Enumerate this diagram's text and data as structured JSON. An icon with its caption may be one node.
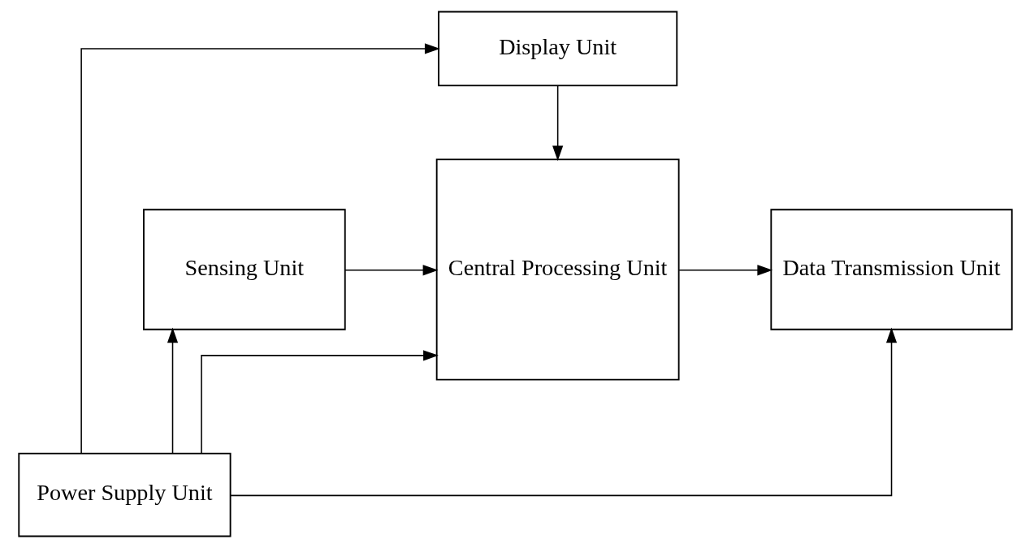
{
  "diagram": {
    "nodes": [
      {
        "text": [
          "Display Unit"
        ]
      },
      {
        "text": [
          "Sensing Unit"
        ]
      },
      {
        "text": [
          "Central Processing Unit"
        ]
      },
      {
        "text": [
          "Data Transmission Unit"
        ]
      },
      {
        "text": [
          "Power Supply Unit"
        ]
      }
    ],
    "edges": [
      {
        "from": 0,
        "to": 2,
        "arrow": "to"
      },
      {
        "from": 1,
        "to": 2,
        "arrow": "to"
      },
      {
        "from": 2,
        "to": 3,
        "arrow": "to"
      },
      {
        "from": 4,
        "to": 2,
        "arrow": "to"
      },
      {
        "from": 4,
        "to": 1,
        "arrow": "to"
      },
      {
        "from": 4,
        "to": 3,
        "arrow": "to"
      },
      {
        "from": 4,
        "to": 0,
        "arrow": "to"
      }
    ]
  }
}
